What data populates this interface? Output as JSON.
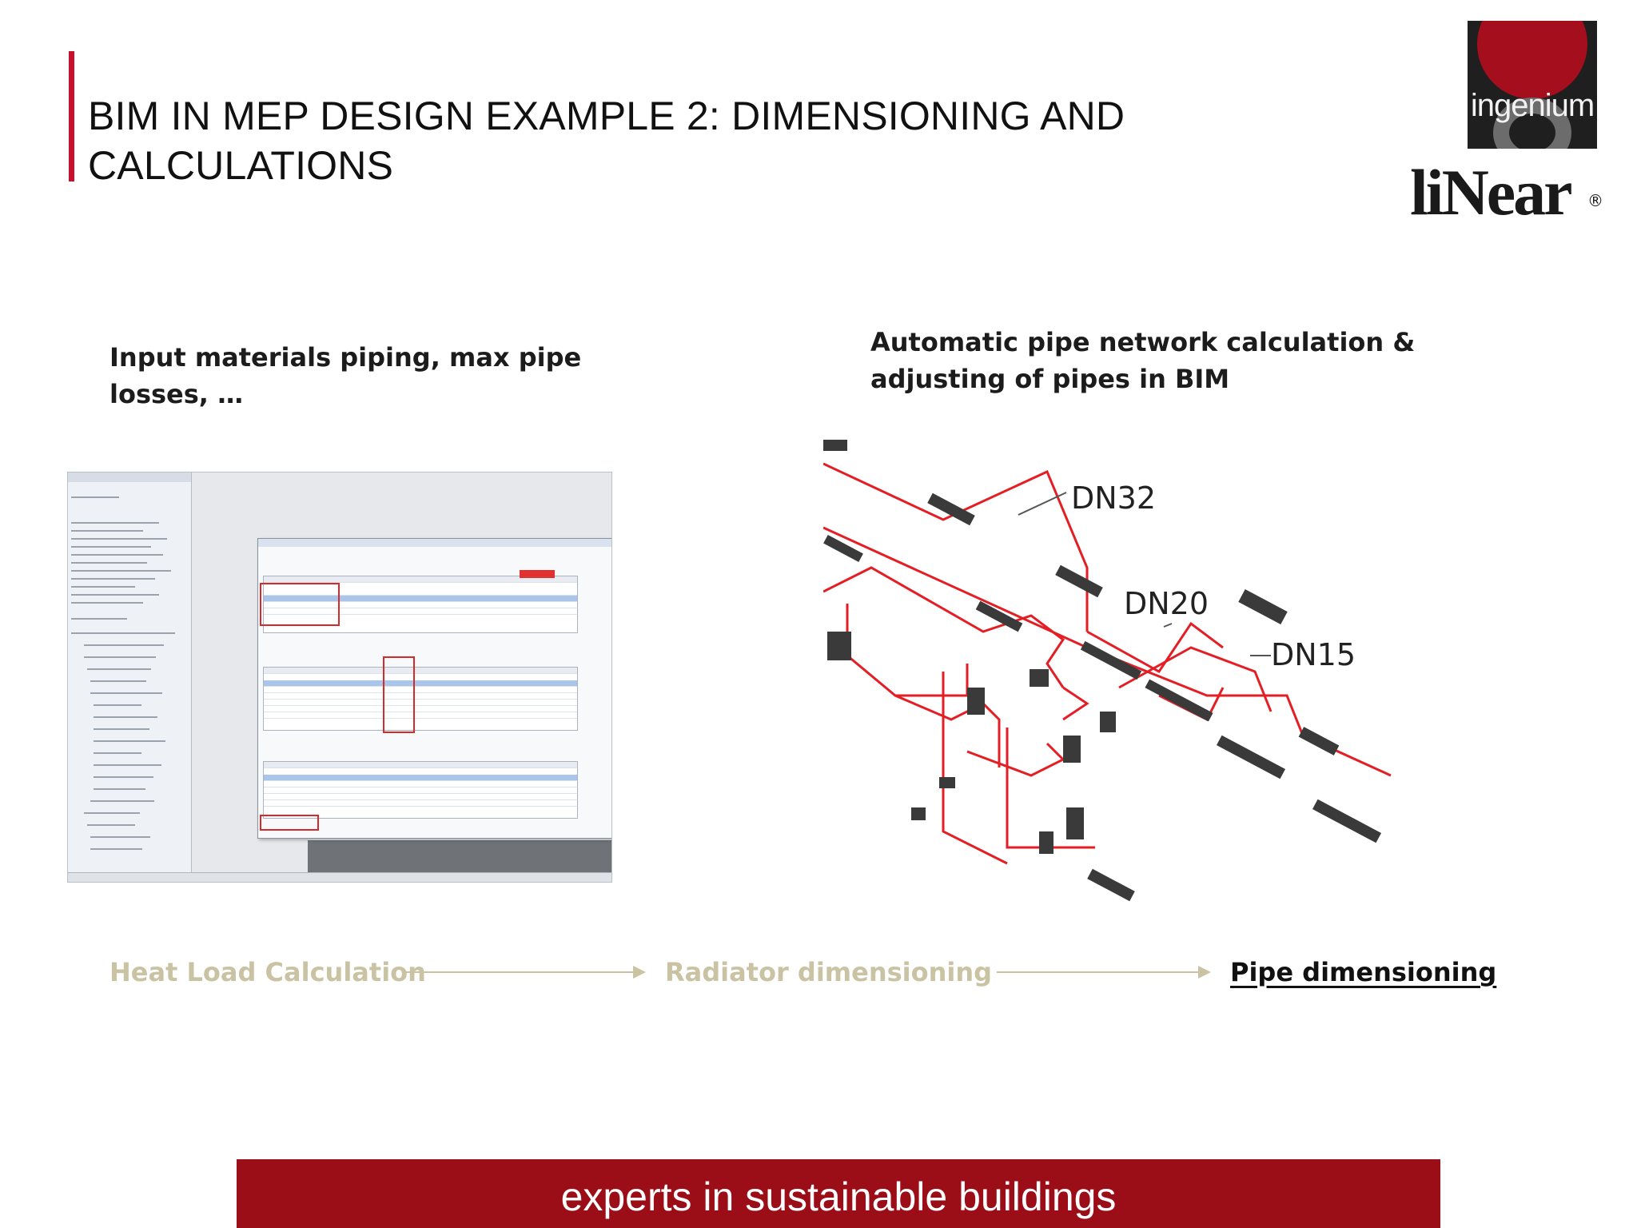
{
  "slide": {
    "title_line1": "BIM IN MEP DESIGN EXAMPLE 2: DIMENSIONING AND",
    "title_line2": "CALCULATIONS",
    "accent_color": "#c8102e"
  },
  "logos": {
    "ingenium": "ingenium",
    "linear": "liNear",
    "linear_mark": "®"
  },
  "captions": {
    "left_line1": "Input materials piping, max pipe",
    "left_line2": "losses, …",
    "right_line1": "Automatic pipe network calculation &",
    "right_line2": "adjusting of pipes in BIM"
  },
  "diagram": {
    "labels": [
      "DN32",
      "DN20",
      "DN15"
    ],
    "pipe_color": "#e31e24",
    "radiator_color": "#3a3a3a"
  },
  "workflow": {
    "steps": [
      {
        "label": "Heat Load Calculation",
        "active": false
      },
      {
        "label": "Radiator dimensioning",
        "active": false
      },
      {
        "label": "Pipe dimensioning",
        "active": true
      }
    ],
    "inactive_color": "#c9c3a3"
  },
  "footer": {
    "tagline": "experts in sustainable buildings",
    "background": "#9b0d17"
  }
}
